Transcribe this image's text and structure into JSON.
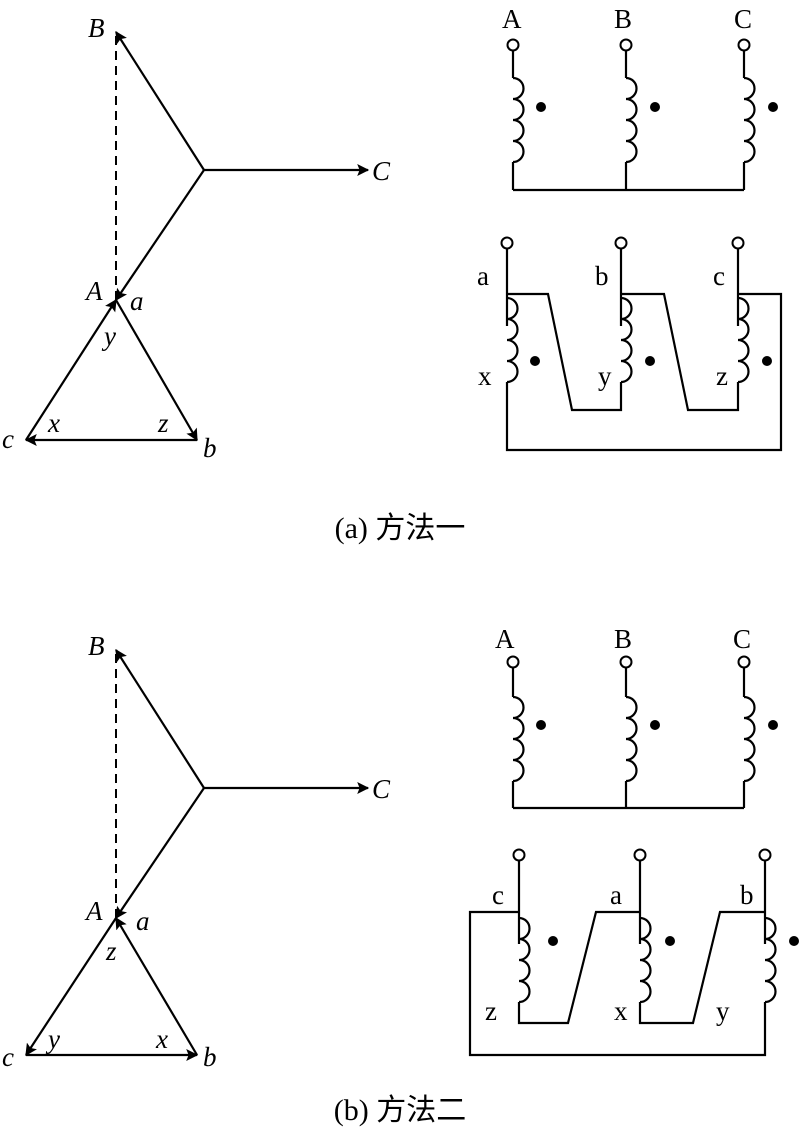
{
  "panel_a": {
    "caption": "(a) 方法一",
    "phasor": {
      "primary": {
        "B": "B",
        "C": "C",
        "A": "A"
      },
      "secondary": {
        "a": "a",
        "b": "b",
        "c": "c",
        "x": "x",
        "y": "y",
        "z": "z"
      }
    },
    "windings": {
      "primary": {
        "labels": [
          "A",
          "B",
          "C"
        ]
      },
      "secondary": {
        "top_labels": [
          "a",
          "b",
          "c"
        ],
        "bottom_labels": [
          "x",
          "y",
          "z"
        ]
      }
    }
  },
  "panel_b": {
    "caption": "(b) 方法二",
    "phasor": {
      "primary": {
        "B": "B",
        "C": "C",
        "A": "A"
      },
      "secondary": {
        "a": "a",
        "b": "b",
        "c": "c",
        "x": "x",
        "y": "y",
        "z": "z"
      }
    },
    "windings": {
      "primary": {
        "labels": [
          "A",
          "B",
          "C"
        ]
      },
      "secondary": {
        "top_labels": [
          "c",
          "a",
          "b"
        ],
        "bottom_labels": [
          "z",
          "x",
          "y"
        ]
      }
    }
  }
}
